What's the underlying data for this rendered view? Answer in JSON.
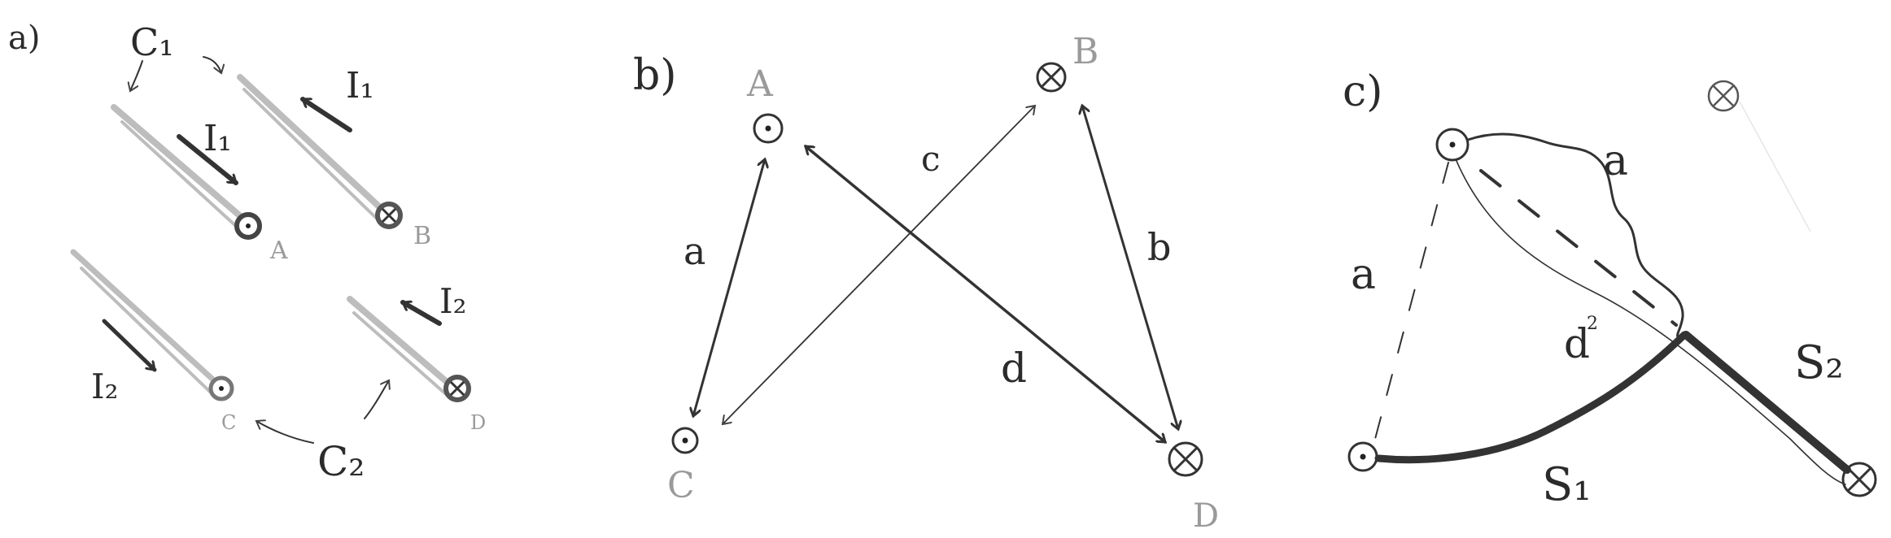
{
  "panels": {
    "a": {
      "tag": "a)",
      "labels": {
        "c1": "C₁",
        "c2": "C₂",
        "i1_left": "I₁",
        "i1_right": "I₁",
        "i2_left": "I₂",
        "i2_right": "I₂"
      },
      "conductors": {
        "A": "A",
        "B": "B",
        "C": "C",
        "D": "D"
      }
    },
    "b": {
      "tag": "b)",
      "nodes": {
        "A": "A",
        "B": "B",
        "C": "C",
        "D": "D"
      },
      "edges": {
        "a": "a",
        "b": "b",
        "c": "c",
        "d": "d"
      }
    },
    "c": {
      "tag": "c)",
      "labels": {
        "a_top": "a",
        "a_left": "a",
        "d": "d",
        "s1": "S₁",
        "s2": "S₂",
        "exp": "2"
      }
    }
  }
}
